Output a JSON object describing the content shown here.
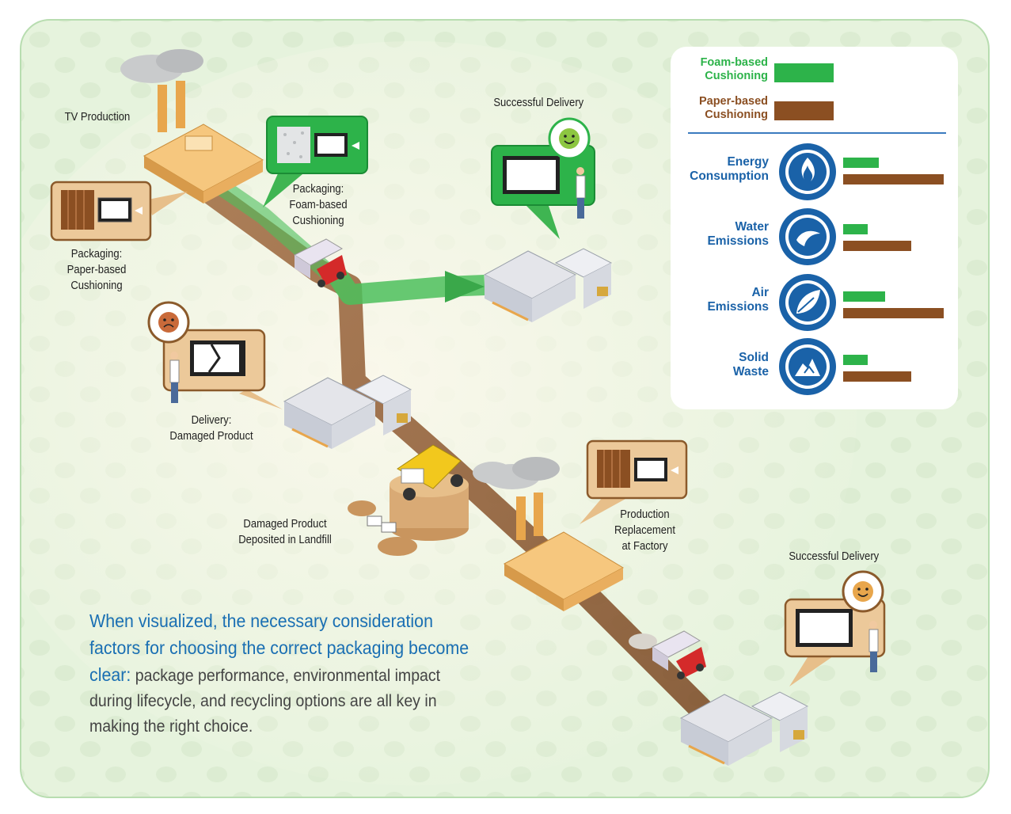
{
  "labels": {
    "tv_production": "TV Production",
    "packaging_paper": [
      "Packaging:",
      "Paper-based",
      "Cushioning"
    ],
    "packaging_foam": [
      "Packaging:",
      "Foam-based",
      "Cushioning"
    ],
    "successful_delivery_1": "Successful Delivery",
    "delivery_damaged": [
      "Delivery:",
      "Damaged Product"
    ],
    "landfill": [
      "Damaged Product",
      "Deposited in Landfill"
    ],
    "production_replacement": [
      "Production",
      "Replacement",
      "at Factory"
    ],
    "successful_delivery_2": "Successful Delivery"
  },
  "legend": {
    "keys": [
      {
        "label": [
          "Foam-based",
          "Cushioning"
        ],
        "color": "#2db34a"
      },
      {
        "label": [
          "Paper-based",
          "Cushioning"
        ],
        "color": "#8b4f22"
      }
    ],
    "rows": [
      {
        "label": [
          "Energy",
          "Consumption"
        ],
        "icon": "flame-icon",
        "foam": 0.27,
        "paper": 0.77
      },
      {
        "label": [
          "Water",
          "Emissions"
        ],
        "icon": "water-drop-icon",
        "foam": 0.19,
        "paper": 0.52
      },
      {
        "label": [
          "Air",
          "Emissions"
        ],
        "icon": "leaf-icon",
        "foam": 0.32,
        "paper": 0.77
      },
      {
        "label": [
          "Solid",
          "Waste"
        ],
        "icon": "landfill-pile-icon",
        "foam": 0.19,
        "paper": 0.52
      }
    ]
  },
  "caption": {
    "highlight": "When visualized, the necessary consideration factors for choosing the correct packaging become clear:",
    "body": " package performance, environmental impact during lifecycle, and recycling options are all key in making the right choice."
  },
  "colors": {
    "foam_green": "#2db34a",
    "paper_brown": "#8b4f22",
    "accent_blue": "#1a62a8",
    "background": "#e6f3dd"
  }
}
